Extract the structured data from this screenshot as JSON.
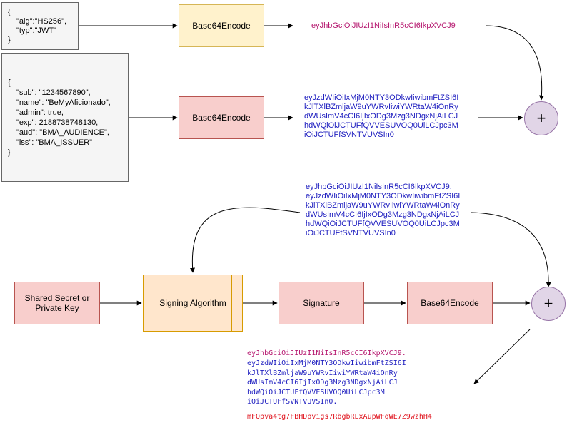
{
  "header_json": {
    "lines": [
      "{",
      "\"alg\":\"HS256\",",
      "\"typ\":\"JWT\"",
      "}"
    ]
  },
  "payload_json": {
    "lines": [
      "{",
      "\"sub\": \"1234567890\",",
      "\"name\": \"BeMyAficionado\",",
      "\"admin\": true,",
      "\"exp\": 2188738748130,",
      "\"aud\": \"BMA_AUDIENCE\",",
      "\"iss\": \"BMA_ISSUER\"",
      "}"
    ]
  },
  "nodes": {
    "encode_header": "Base64Encode",
    "encode_payload": "Base64Encode",
    "secret": "Shared Secret or\nPrivate Key",
    "signing": "Signing Algorithm",
    "signature": "Signature",
    "encode_signature": "Base64Encode",
    "plus_1": "+",
    "plus_2": "+"
  },
  "encoded": {
    "header": "eyJhbGciOiJIUzI1NiIsInR5cCI6IkpXVCJ9",
    "payload": "eyJzdWIiOiIxMjM0NTY3ODkwIiwibmFtZSI6I\nkJlTXlBZmljaW9uYWRvIiwiYWRtaW4iOnRy\ndWUsImV4cCI6IjIxODg3Mzg3NDgxNjAiLCJ\nhdWQiOiJCTUFfQVVESUVOQ0UiLCJpc3M\niOiJCTUFfSVNTVUVSIn0",
    "combined": "eyJhbGciOiJIUzI1NiIsInR5cCI6IkpXVCJ9.\neyJzdWIiOiIxMjM0NTY3ODkwIiwibmFtZSI6I\nkJlTXlBZmljaW9uYWRvIiwiYWRtaW4iOnRy\ndWUsImV4cCI6IjIxODg3Mzg3NDgxNjAiLCJ\nhdWQiOiJCTUFfQVVESUVOQ0UiLCJpc3M\niOiJCTUFfSVNTVUVSIn0"
  },
  "final_token": {
    "header_part": "eyJhbGciOiJIUzI1NiIsInR5cCI6IkpXVCJ9.",
    "payload_part": "eyJzdWIiOiIxMjM0NTY3ODkwIiwibmFtZSI6I\nkJlTXlBZmljaW9uYWRvIiwiYWRtaW4iOnRy\ndWUsImV4cCI6IjIxODg3Mzg3NDgxNjAiLCJ\nhdWQiOiJCTUFfQVVESUVOQ0UiLCJpc3M\niOiJCTUFfSVNTVUVSIn0.",
    "signature_part": "mFQpva4tg7FBHDpvigs7RbgbRLxAupWFqWE7Z9wzhH4"
  },
  "colors": {
    "header": "#b5166e",
    "payload": "#2020c0",
    "signature": "#e0141e"
  }
}
